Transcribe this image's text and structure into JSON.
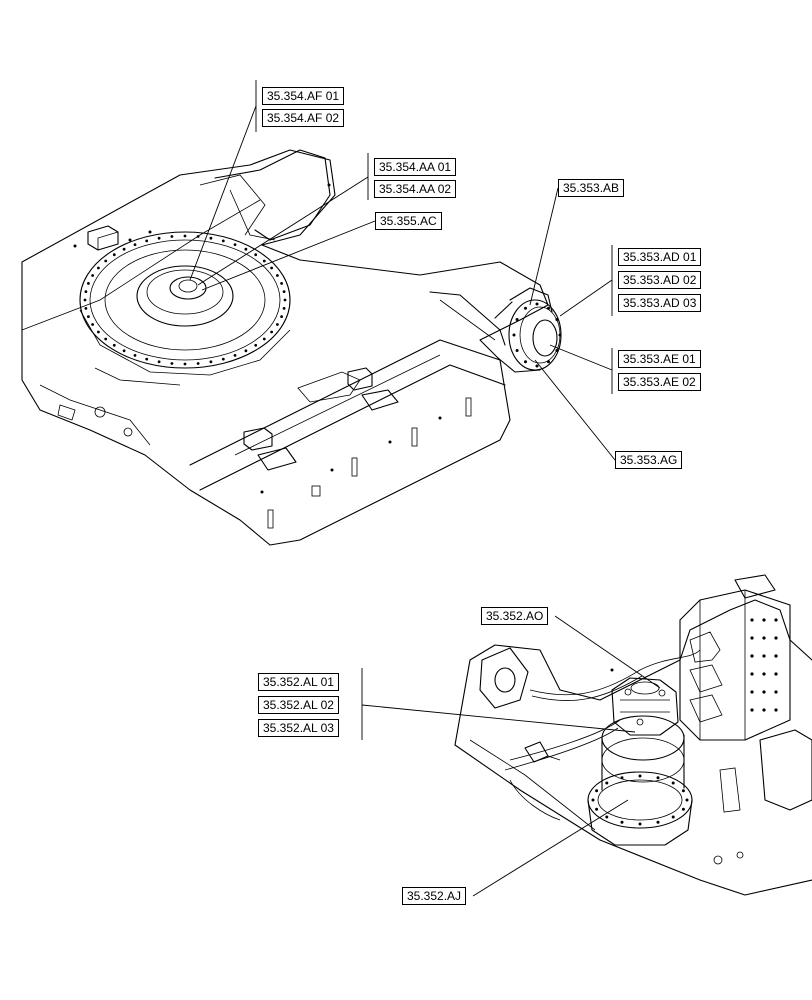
{
  "callouts": {
    "af01": "35.354.AF 01",
    "af02": "35.354.AF 02",
    "aa01": "35.354.AA 01",
    "aa02": "35.354.AA 02",
    "ac": "35.355.AC",
    "ab": "35.353.AB",
    "ad01": "35.353.AD 01",
    "ad02": "35.353.AD 02",
    "ad03": "35.353.AD 03",
    "ae01": "35.353.AE 01",
    "ae02": "35.353.AE 02",
    "ag": "35.353.AG",
    "ao": "35.352.AO",
    "al01": "35.352.AL 01",
    "al02": "35.352.AL 02",
    "al03": "35.352.AL 03",
    "aj": "35.352.AJ"
  }
}
